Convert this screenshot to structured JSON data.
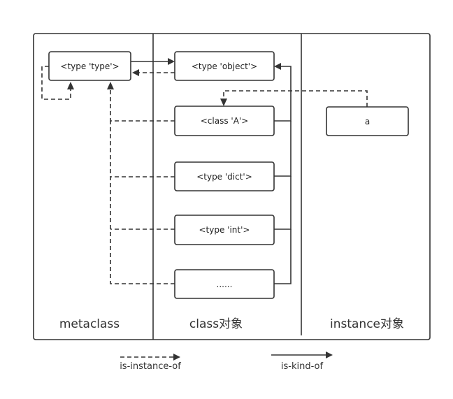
{
  "nodes": {
    "type_type": "<type 'type'>",
    "type_object": "<type 'object'>",
    "class_a": "<class 'A'>",
    "type_dict": "<type 'dict'>",
    "type_int": "<type 'int'>",
    "ellipsis": "......",
    "instance_a": "a"
  },
  "sections": {
    "metaclass": "metaclass",
    "class_objects": "class对象",
    "instance_objects": "instance对象"
  },
  "legend": {
    "instance_of": "is-instance-of",
    "kind_of": "is-kind-of"
  }
}
